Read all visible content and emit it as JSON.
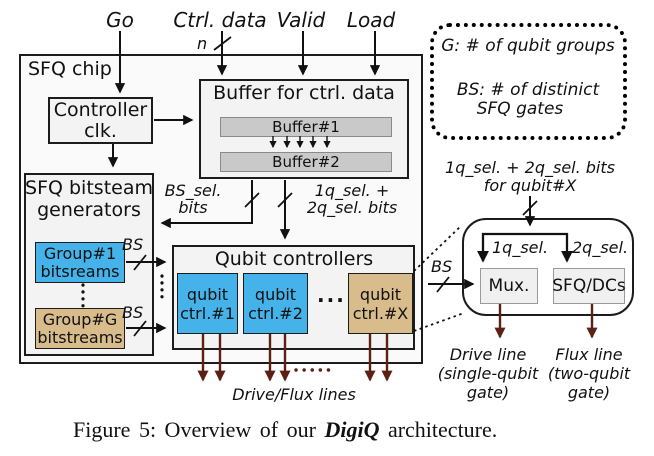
{
  "signals": {
    "go": "Go",
    "ctrl_data": "Ctrl. data",
    "bus_width": "n",
    "valid": "Valid",
    "load": "Load"
  },
  "chip": {
    "title": "SFQ chip",
    "controller_clk": {
      "line1": "Controller",
      "line2": "clk."
    },
    "buffer": {
      "title": "Buffer for ctrl. data",
      "slot1": "Buffer#1",
      "slot2": "Buffer#2"
    },
    "generators": {
      "line1": "SFQ bitsteam",
      "line2": "generators"
    },
    "group1": {
      "line1": "Group#1",
      "line2": "bitsreams",
      "bus": "BS"
    },
    "groupG": {
      "line1": "Group#G",
      "line2": "bitstreams",
      "bus": "BS"
    },
    "bs_sel": {
      "line1": "BS_sel.",
      "line2": "bits"
    },
    "q_sel": {
      "line1": "1q_sel. +",
      "line2": "2q_sel. bits"
    },
    "qubit_controllers": {
      "title": "Qubit controllers",
      "ellipsis": "...",
      "qc1": {
        "line1": "qubit",
        "line2": "ctrl.#1"
      },
      "qc2": {
        "line1": "qubit",
        "line2": "ctrl.#2"
      },
      "qcX": {
        "line1": "qubit",
        "line2": "ctrl.#X"
      }
    }
  },
  "legend": {
    "line1": "G: # of qubit groups",
    "line2": "BS: # of distinict",
    "line3": "SFQ gates"
  },
  "detail": {
    "header": {
      "line1": "1q_sel. + 2q_sel. bits",
      "line2": "for qubit#X"
    },
    "bs": "BS",
    "sel_1q": "1q_sel.",
    "sel_2q": "2q_sel.",
    "mux": "Mux.",
    "sfq_dcs": "SFQ/DCs",
    "drive_line": {
      "line1": "Drive line",
      "line2": "(single-qubit",
      "line3": "gate)"
    },
    "flux_line": {
      "line1": "Flux line",
      "line2": "(two-qubit",
      "line3": "gate)"
    }
  },
  "outputs": {
    "label": "Drive/Flux lines",
    "ellipsis": "....."
  },
  "caption": {
    "prefix": "Figure 5: Overview of our ",
    "emphasis": "DigiQ",
    "suffix": " architecture."
  },
  "colors": {
    "blue": "#45b3ea",
    "tan": "#d8bc8c",
    "wire_dark": "#111111",
    "maroon": "#5c2014",
    "box_fill": "#f3f3f3",
    "chip_fill": "#fafafa",
    "slot_fill": "#c9c9c9"
  }
}
